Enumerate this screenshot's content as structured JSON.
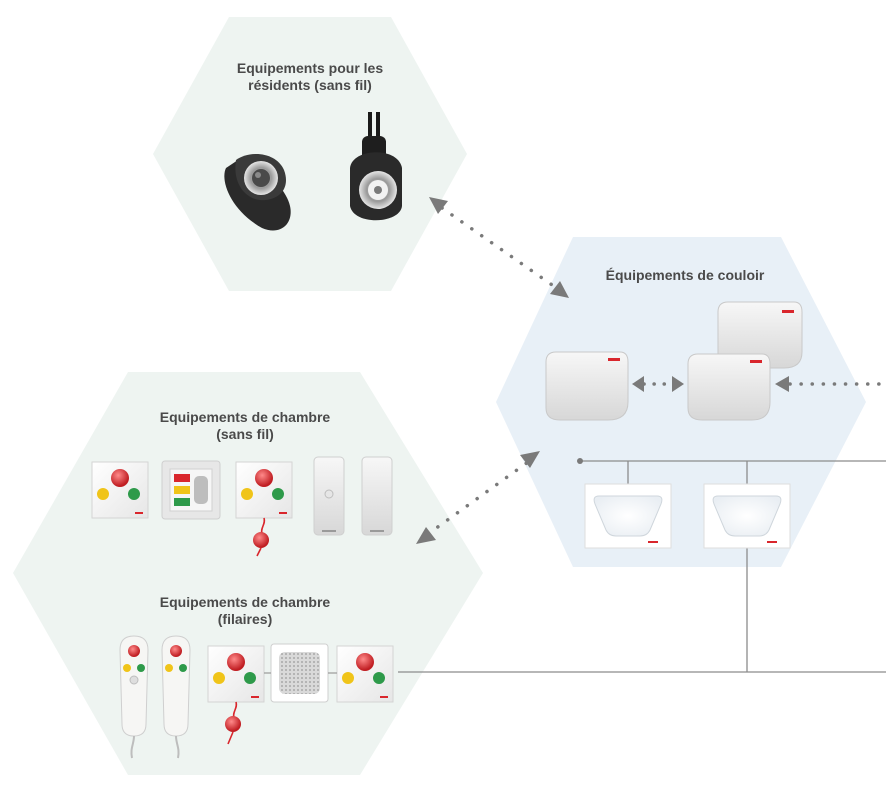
{
  "groups": {
    "residents": {
      "title_line1": "Equipements pour les",
      "title_line2": "résidents (sans fil)"
    },
    "corridor": {
      "title": "Équipements de couloir"
    },
    "room_wireless": {
      "title_line1": "Equipements de chambre",
      "title_line2": "(sans fil)"
    },
    "room_wired": {
      "title_line1": "Equipements de chambre",
      "title_line2": "(filaires)"
    }
  },
  "colors": {
    "hex_green": "#eef4f1",
    "hex_blue": "#e8f0f7",
    "text": "#4a4a4a",
    "connector_dots": "#7a7a7a",
    "bus_line": "#8c8c8c",
    "call_red": "#d9262c",
    "cancel_green": "#2e9a4a",
    "presence_yellow": "#f0c419"
  },
  "icons": {
    "wristband": "wrist-transmitter-icon",
    "pendant": "pendant-transmitter-icon",
    "corridor_unit": "corridor-repeater-icon",
    "corridor_light": "corridor-light-icon",
    "call_panel": "call-panel-icon",
    "status_panel": "status-panel-icon",
    "bed_handset": "bed-handset-icon",
    "speaker": "intercom-speaker-icon",
    "pull_cord": "pull-cord-icon"
  }
}
